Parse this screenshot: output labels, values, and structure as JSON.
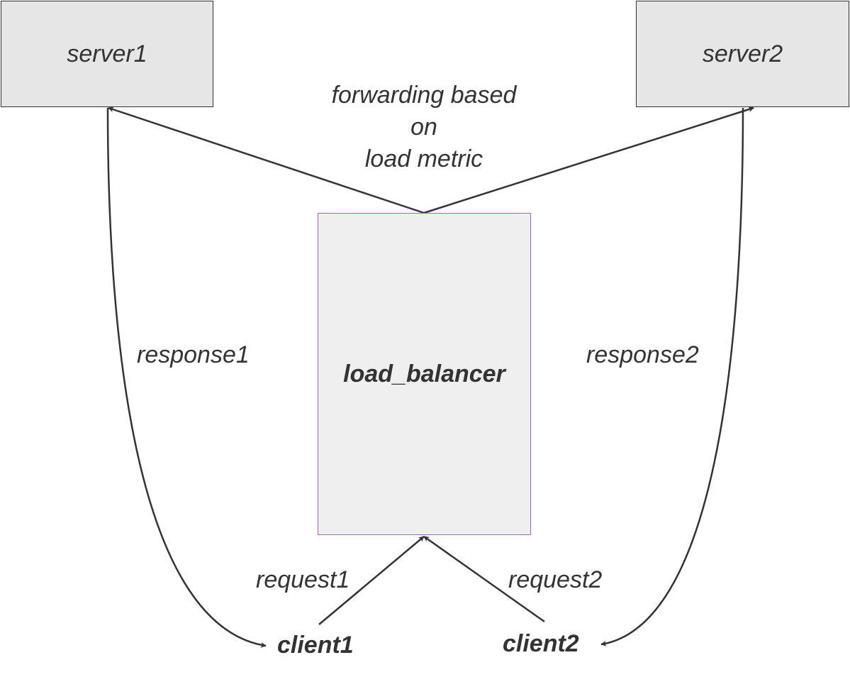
{
  "nodes": {
    "server1": "server1",
    "server2": "server2",
    "load_balancer": "load_balancer",
    "client1": "client1",
    "client2": "client2"
  },
  "edge_labels": {
    "forwarding_line1": "forwarding based",
    "forwarding_line2": "on",
    "forwarding_line3": "load metric",
    "response1": "response1",
    "response2": "response2",
    "request1": "request1",
    "request2": "request2"
  },
  "colors": {
    "server_fill": "#e6e6e6",
    "balancer_fill": "#efefef",
    "balancer_border": "#9673a6",
    "line": "#333333"
  }
}
